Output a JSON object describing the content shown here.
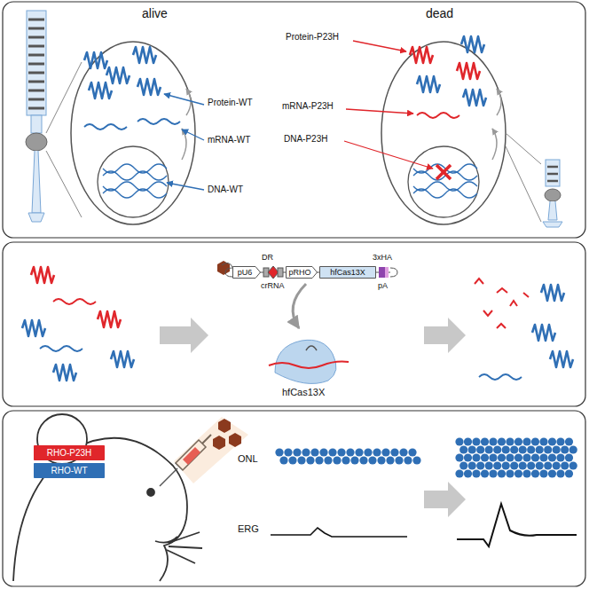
{
  "diagram": {
    "nodes": [
      {
        "text": [
          "pU6"
        ]
      },
      {
        "text": [
          "pRHO"
        ]
      },
      {
        "text": [
          "hfCas13X"
        ]
      },
      {
        "text": [
          "RHO-P23H"
        ]
      },
      {
        "text": [
          "RHO-WT"
        ]
      }
    ],
    "labels": [
      "alive",
      "dead",
      "Protein-WT",
      "mRNA-WT",
      "DNA-WT",
      "Protein-P23H",
      "mRNA-P23H",
      "DNA-P23H",
      "DR",
      "crRNA",
      "3xHA",
      "pA",
      "hfCas13X",
      "ONL",
      "ERG"
    ]
  }
}
